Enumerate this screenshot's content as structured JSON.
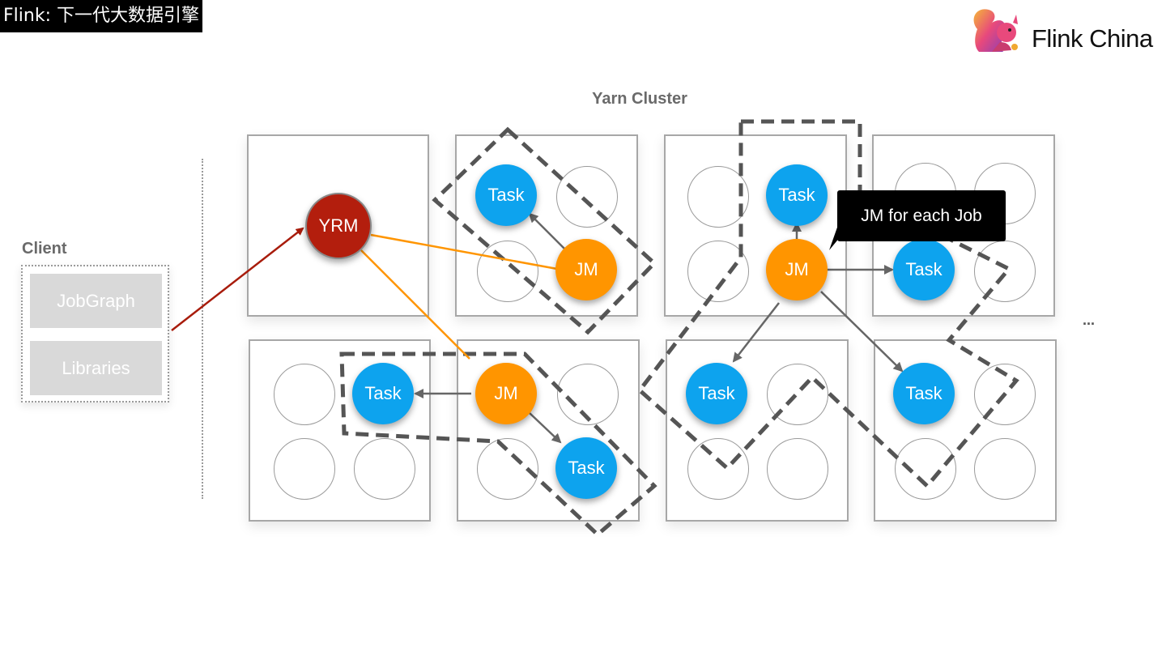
{
  "title": "Flink: 下一代大数据引擎",
  "logo_text": "Flink China",
  "cluster_label": "Yarn Cluster",
  "client": {
    "label": "Client",
    "items": [
      "JobGraph",
      "Libraries"
    ]
  },
  "yrm_label": "YRM",
  "jm_label": "JM",
  "task_label": "Task",
  "callout": "JM for each Job",
  "ellipsis": "...",
  "colors": {
    "task": "#0da3ee",
    "jm": "#ff9500",
    "yrm": "#b31e0d",
    "request_arrow": "#a81c0c",
    "yrm_link": "#ff9500",
    "job_arrow": "#666666",
    "job_boundary": "#555555"
  }
}
